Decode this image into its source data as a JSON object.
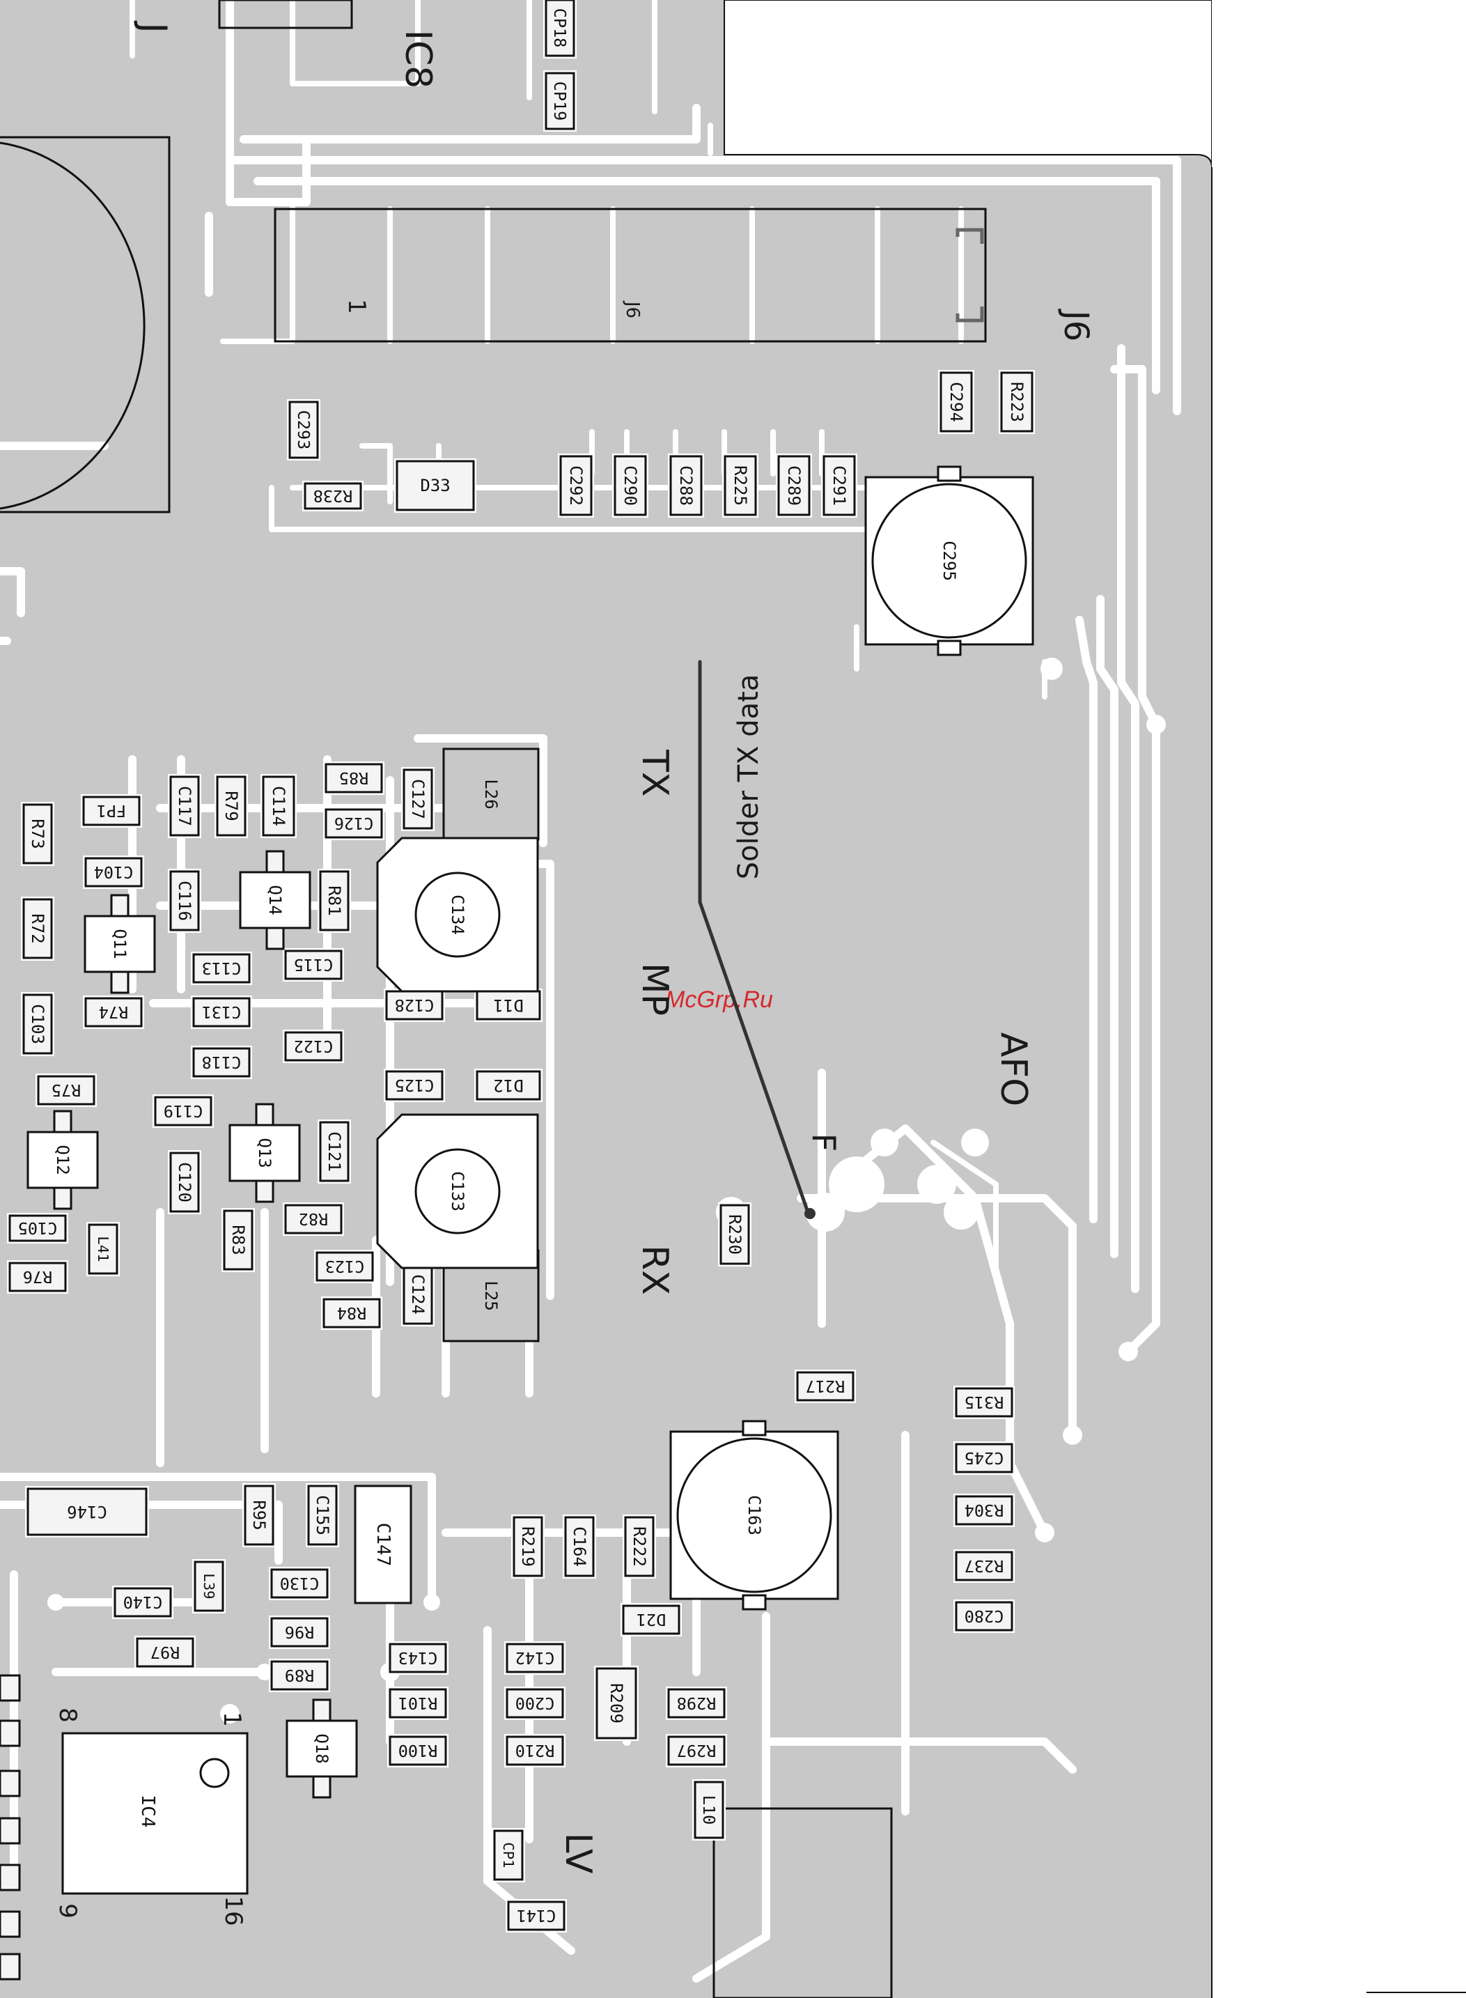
{
  "title": "",
  "watermark": "McGrp.Ru",
  "colors": {
    "board": "#c8c8c8",
    "trace": "#ffffff",
    "outline": "#111111",
    "pad": "#f4f4f4",
    "pen": "#333333",
    "watermark": "#d4282d"
  },
  "board_labels": {
    "tx": "TX",
    "mp": "MP",
    "rx": "RX",
    "f": "F",
    "afo": "AFO",
    "lv": "LV",
    "j6": "J6",
    "j6_pin": "J6",
    "pin1": "1",
    "ic8": "IC8",
    "j_top": "J",
    "ic4_pin1": "1",
    "ic4_pin8": "8",
    "ic4_pin9": "9",
    "ic4_pin16": "16"
  },
  "annotation": "Solder TX data",
  "ic4_label": "IC4",
  "components": {
    "cp18": "CP18",
    "cp19": "CP19",
    "c293": "C293",
    "r238": "R238",
    "d33": "D33",
    "c292": "C292",
    "c290": "C290",
    "c288": "C288",
    "r225": "R225",
    "c289": "C289",
    "c291": "C291",
    "c294": "C294",
    "r223": "R223",
    "c295": "C295",
    "r73": "R73",
    "fp1": "FP1",
    "c117": "C117",
    "r79": "R79",
    "c114": "C114",
    "r85": "R85",
    "c126": "C126",
    "c127": "C127",
    "l26": "L26",
    "c104": "C104",
    "c116": "C116",
    "q14": "Q14",
    "r81": "R81",
    "c134": "C134",
    "r72": "R72",
    "q11": "Q11",
    "c113": "C113",
    "c115": "C115",
    "c128": "C128",
    "d11": "D11",
    "r74": "R74",
    "c103": "C103",
    "c131": "C131",
    "c122": "C122",
    "c118": "C118",
    "r75": "R75",
    "c125": "C125",
    "d12": "D12",
    "c119": "C119",
    "q13": "Q13",
    "c121": "C121",
    "c133": "C133",
    "q12": "Q12",
    "c120": "C120",
    "r83": "R83",
    "r82": "R82",
    "c105": "C105",
    "l41": "L41",
    "r76": "R76",
    "c123": "C123",
    "c124": "C124",
    "l25": "L25",
    "r84": "R84",
    "r230": "R230",
    "r217": "R217",
    "r315": "R315",
    "c245": "C245",
    "r304": "R304",
    "r237": "R237",
    "c280": "C280",
    "c146": "C146",
    "r95": "R95",
    "c155": "C155",
    "c147": "C147",
    "r219": "R219",
    "c164": "C164",
    "r222": "R222",
    "c163": "C163",
    "l39": "L39",
    "c130": "C130",
    "c140": "C140",
    "r96": "R96",
    "r97": "R97",
    "r89": "R89",
    "d21": "D21",
    "c143": "C143",
    "c142": "C142",
    "r209": "R209",
    "r298": "R298",
    "r101": "R101",
    "c200": "C200",
    "q18": "Q18",
    "r100": "R100",
    "r210": "R210",
    "r297": "R297",
    "l10": "L10",
    "cp1": "CP1",
    "c141": "C141"
  }
}
